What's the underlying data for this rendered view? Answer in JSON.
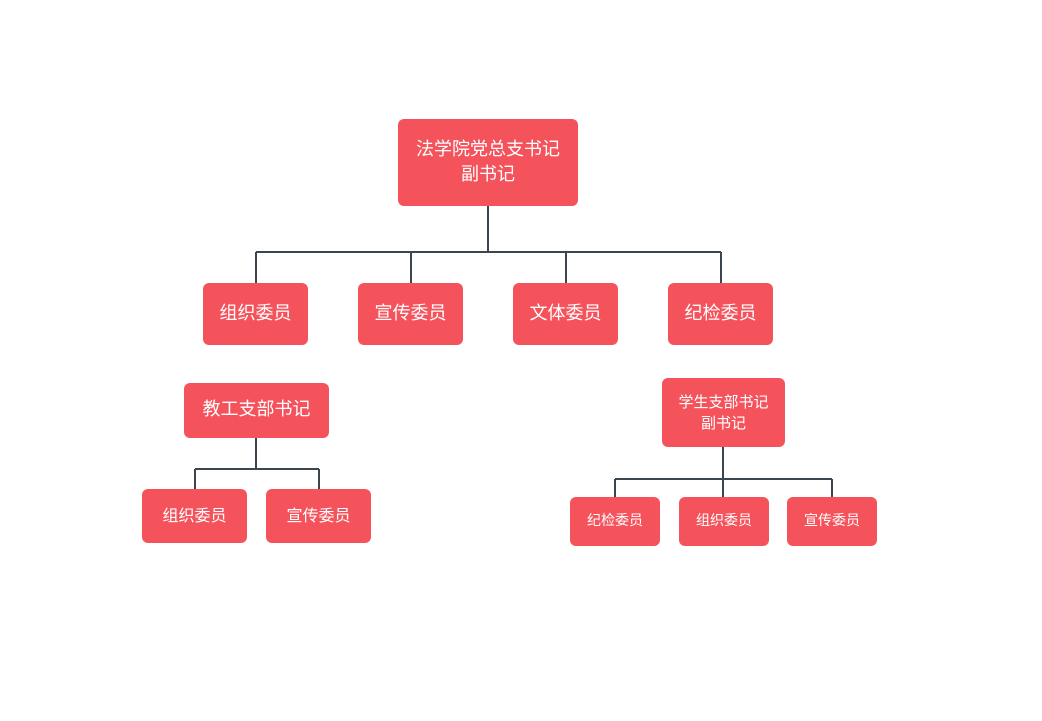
{
  "diagram": {
    "root": {
      "label": "法学院党总支书记\n副书记"
    },
    "committee": [
      {
        "label": "组织委员"
      },
      {
        "label": "宣传委员"
      },
      {
        "label": "文体委员"
      },
      {
        "label": "纪检委员"
      }
    ],
    "faculty_branch": {
      "label": "教工支部书记",
      "members": [
        {
          "label": "组织委员"
        },
        {
          "label": "宣传委员"
        }
      ]
    },
    "student_branch": {
      "label": "学生支部书记\n副书记",
      "members": [
        {
          "label": "纪检委员"
        },
        {
          "label": "组织委员"
        },
        {
          "label": "宣传委员"
        }
      ]
    },
    "colors": {
      "node": "#f5535c",
      "connector": "#3c4650",
      "text": "#ffffff"
    }
  }
}
